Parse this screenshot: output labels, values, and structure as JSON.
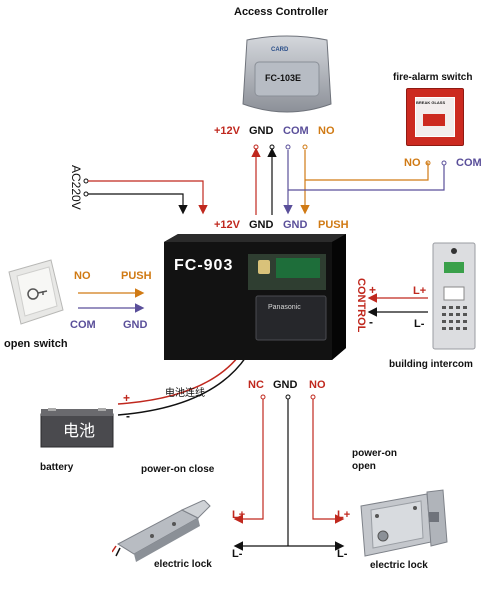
{
  "access_controller": {
    "title": "Access Controller",
    "model": "FC-103E",
    "logo": "CARD"
  },
  "controller_terminals": {
    "plus12v": "+12V",
    "gnd": "GND",
    "com": "COM",
    "no": "NO"
  },
  "fire_alarm": {
    "title": "fire-alarm switch",
    "no": "NO",
    "com": "COM",
    "glass_text": "BREAK  GLASS"
  },
  "power_input": {
    "label": "AC220V"
  },
  "psu": {
    "model": "FC-903",
    "terminals": {
      "plus12v": "+12V",
      "gnd": "GND",
      "gnd2": "GND",
      "push": "PUSH"
    },
    "control_label": "CONTROL",
    "battery_brand": "Panasonic",
    "output": {
      "nc": "NC",
      "gnd": "GND",
      "no": "NO"
    }
  },
  "open_switch": {
    "title": "open switch",
    "no": "NO",
    "push": "PUSH",
    "com": "COM",
    "gnd": "GND"
  },
  "intercom": {
    "title": "building intercom",
    "lplus": "L+",
    "lminus": "L-",
    "plus": "+",
    "minus": "-"
  },
  "battery": {
    "title": "battery",
    "cn_label": "电池",
    "wire_note": "电池连线",
    "plus": "+",
    "minus": "-"
  },
  "power_on_close": {
    "label": "power-on close"
  },
  "power_on_open": {
    "line1": "power-on",
    "line2": "open"
  },
  "lock_left": {
    "title": "electric lock",
    "lplus": "L+",
    "lminus": "L-"
  },
  "lock_right": {
    "title": "electric lock",
    "lplus": "L+",
    "lminus": "L-"
  },
  "colors": {
    "red": "#c0281e",
    "orange": "#d07a14",
    "purple": "#5a4f9a",
    "black": "#111111"
  }
}
